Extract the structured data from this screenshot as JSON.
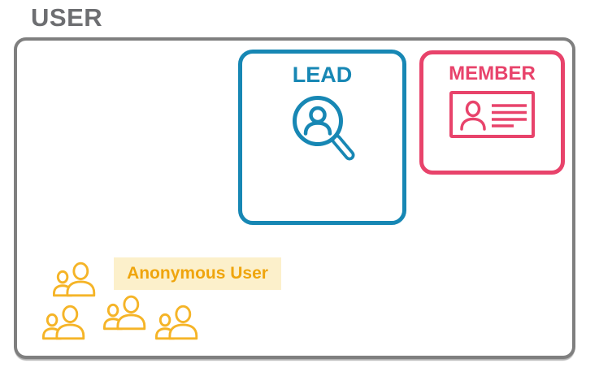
{
  "title": "USER",
  "colors": {
    "title": "#6D6E71",
    "outer_border": "#7F7F7F",
    "lead": "#1787B4",
    "member": "#E8436B",
    "people_icon": "#F5B427",
    "anonymous_text": "#EFA50D",
    "anonymous_bg": "#FCF0CB"
  },
  "nodes": {
    "lead": {
      "label": "LEAD",
      "icon": "search-user-icon"
    },
    "member": {
      "label": "MEMBER",
      "icon": "id-card-icon"
    },
    "anonymous": {
      "label": "Anonymous User",
      "icon": "people-group-icon",
      "group_count": 4
    }
  }
}
